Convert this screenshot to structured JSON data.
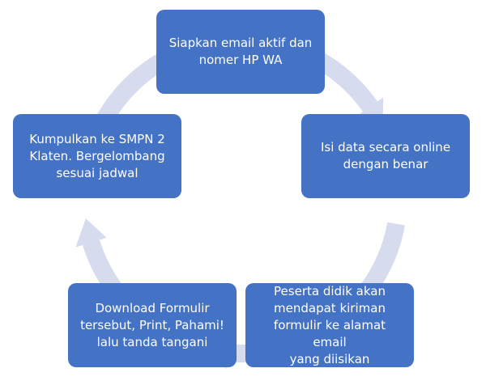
{
  "colors": {
    "box_fill": "#4472c4",
    "ring": "#d6dbee",
    "text": "#ffffff"
  },
  "steps": [
    {
      "text": "Siapkan email aktif dan\nnomer HP WA"
    },
    {
      "text": "Isi data secara online\ndengan benar"
    },
    {
      "text": "Peserta didik akan\nmendapat kiriman\nformulir ke alamat email\nyang diisikan"
    },
    {
      "text": "Download Formulir\ntersebut, Print, Pahami!\nlalu tanda tangani"
    },
    {
      "text": "Kumpulkan ke SMPN 2\nKlaten. Bergelombang\nsesuai jadwal"
    }
  ]
}
